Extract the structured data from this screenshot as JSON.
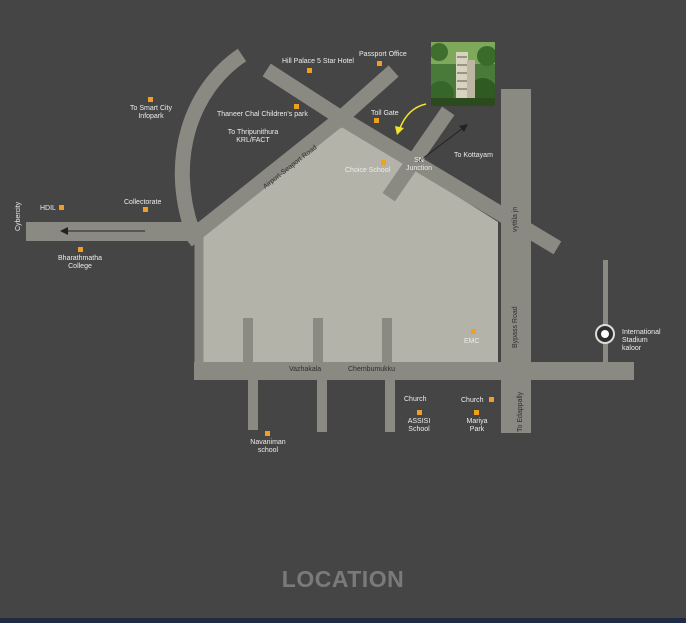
{
  "title": "LOCATION",
  "colors": {
    "background": "#454545",
    "road": "#8a8a83",
    "block": "#b4b3a9",
    "marker": "#f0a01e",
    "arrow_yellow": "#f2e32b"
  },
  "places": {
    "hill_palace": "Hill Palace 5 Star Hotel",
    "passport_office": "Passport Office",
    "to_smart_city": "To Smart City\nInfopark",
    "thaneer_chal": "Thaneer Chal Children's park",
    "to_thripunithura": "To Thripunithura\nKRL/FACT",
    "toll_gate": "Toll Gate",
    "choice_school": "Choice School",
    "sn_junction": "SN\nJunction",
    "to_kottayam": "To Kottayam",
    "collectorate": "Collectorate",
    "hdil": "HDIL",
    "cyberciy": "Cybercity",
    "bharathmatha": "Bharathmatha\nCollege",
    "emc": "EMC",
    "stadium": "International\nStadium\nkaloor",
    "vazhakala": "Vazhakala",
    "chembumukku": "Chembumukku",
    "church_1": "Church",
    "assisi": "ASSISI\nSchool",
    "church_2": "Church",
    "mariya_park": "Mariya\nPark",
    "navaniman": "Navaniman\nschool"
  },
  "roads": {
    "airport_seaport": "Airport-Seaport Road",
    "vyttila": "vyttila jn",
    "bypass": "Bypass Road",
    "to_edappally": "To Edappally"
  }
}
